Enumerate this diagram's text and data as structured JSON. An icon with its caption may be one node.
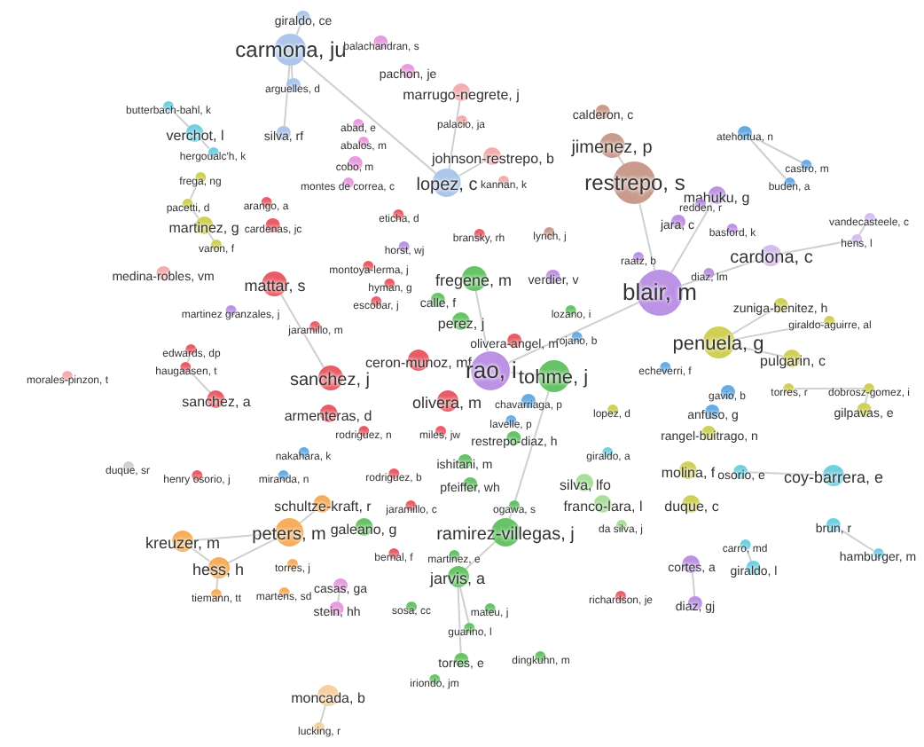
{
  "diagram": {
    "nodes": [
      {
        "text": [
          "giraldo, ce"
        ]
      },
      {
        "text": [
          "carmona, ju"
        ]
      },
      {
        "text": [
          "balachandran, s"
        ]
      },
      {
        "text": [
          "pachon, je"
        ]
      },
      {
        "text": [
          "arguelles, d"
        ]
      },
      {
        "text": [
          "marrugo-negrete, j"
        ]
      },
      {
        "text": [
          "calderon, c"
        ]
      },
      {
        "text": [
          "butterbach-bahl, k"
        ]
      },
      {
        "text": [
          "abad, e"
        ]
      },
      {
        "text": [
          "palacio, ja"
        ]
      },
      {
        "text": [
          "atehortua, n"
        ]
      },
      {
        "text": [
          "verchot, l"
        ]
      },
      {
        "text": [
          "silva, rf"
        ]
      },
      {
        "text": [
          "abalos, m"
        ]
      },
      {
        "text": [
          "jimenez, p"
        ]
      },
      {
        "text": [
          "hergoualc'h, k"
        ]
      },
      {
        "text": [
          "johnson-restrepo, b"
        ]
      },
      {
        "text": [
          "cobo, m"
        ]
      },
      {
        "text": [
          "castro, m"
        ]
      },
      {
        "text": [
          "montes de correa, c"
        ]
      },
      {
        "text": [
          "lopez, c"
        ]
      },
      {
        "text": [
          "kannan, k"
        ]
      },
      {
        "text": [
          "restrepo, s"
        ]
      },
      {
        "text": [
          "buden, a"
        ]
      },
      {
        "text": [
          "frega, ng"
        ]
      },
      {
        "text": [
          "mahuku, g"
        ]
      },
      {
        "text": [
          "pacetti, d"
        ]
      },
      {
        "text": [
          "arango, a"
        ]
      },
      {
        "text": [
          "redden, r"
        ]
      },
      {
        "text": [
          "eticha, d"
        ]
      },
      {
        "text": [
          "vandecasteele, c"
        ]
      },
      {
        "text": [
          "jara, c"
        ]
      },
      {
        "text": [
          "martinez, g"
        ]
      },
      {
        "text": [
          "cardenas, jc"
        ]
      },
      {
        "text": [
          "basford, k"
        ]
      },
      {
        "text": [
          "bransky, rh"
        ]
      },
      {
        "text": [
          "lynch, j"
        ]
      },
      {
        "text": [
          "hens, l"
        ]
      },
      {
        "text": [
          "varon, f"
        ]
      },
      {
        "text": [
          "cardona, c"
        ]
      },
      {
        "text": [
          "horst, wj"
        ]
      },
      {
        "text": [
          "raatz, b"
        ]
      },
      {
        "text": [
          "montoya-lerma, j"
        ]
      },
      {
        "text": [
          "medina-robles, vm"
        ]
      },
      {
        "text": [
          "diaz, lm"
        ]
      },
      {
        "text": [
          "hyman, g"
        ]
      },
      {
        "text": [
          "fregene, m"
        ]
      },
      {
        "text": [
          "verdier, v"
        ]
      },
      {
        "text": [
          "mattar, s"
        ]
      },
      {
        "text": [
          "blair, m"
        ]
      },
      {
        "text": [
          "calle, f"
        ]
      },
      {
        "text": [
          "escobar, j"
        ]
      },
      {
        "text": [
          "zuniga-benitez, h"
        ]
      },
      {
        "text": [
          "martinez granzales, j"
        ]
      },
      {
        "text": [
          "lozano, i"
        ]
      },
      {
        "text": [
          "giraldo-aguirre, al"
        ]
      },
      {
        "text": [
          "perez, j"
        ]
      },
      {
        "text": [
          "jaramillo, m"
        ]
      },
      {
        "text": [
          "rojano, b"
        ]
      },
      {
        "text": [
          "olivera-angel, m"
        ]
      },
      {
        "text": [
          "penuela, g"
        ]
      },
      {
        "text": [
          "edwards, dp"
        ]
      },
      {
        "text": [
          "ceron-munoz, mf"
        ]
      },
      {
        "text": [
          "pulgarin, c"
        ]
      },
      {
        "text": [
          "haugaasen, t"
        ]
      },
      {
        "text": [
          "echeverri, f"
        ]
      },
      {
        "text": [
          "rao, i"
        ]
      },
      {
        "text": [
          "tohme, j"
        ]
      },
      {
        "text": [
          "sanchez, j"
        ]
      },
      {
        "text": [
          "morales-pinzon, t"
        ]
      },
      {
        "text": [
          "torres, r"
        ]
      },
      {
        "text": [
          "dobrosz-gomez, i"
        ]
      },
      {
        "text": [
          "gavio, b"
        ]
      },
      {
        "text": [
          "sanchez, a"
        ]
      },
      {
        "text": [
          "olivera, m"
        ]
      },
      {
        "text": [
          "chavarriaga, p"
        ]
      },
      {
        "text": [
          "gilpavas, e"
        ]
      },
      {
        "text": [
          "lopez, d"
        ]
      },
      {
        "text": [
          "anfuso, g"
        ]
      },
      {
        "text": [
          "armenteras, d"
        ]
      },
      {
        "text": [
          "lavelle, p"
        ]
      },
      {
        "text": [
          "rodriguez, n"
        ]
      },
      {
        "text": [
          "miles, jw"
        ]
      },
      {
        "text": [
          "rangel-buitrago, n"
        ]
      },
      {
        "text": [
          "restrepo-diaz, h"
        ]
      },
      {
        "text": [
          "giraldo, a"
        ]
      },
      {
        "text": [
          "nakahara, k"
        ]
      },
      {
        "text": [
          "ishitani, m"
        ]
      },
      {
        "text": [
          "molina, f"
        ]
      },
      {
        "text": [
          "osorio, e"
        ]
      },
      {
        "text": [
          "coy-barrera, e"
        ]
      },
      {
        "text": [
          "rodriguez, b"
        ]
      },
      {
        "text": [
          "duque, sr"
        ]
      },
      {
        "text": [
          "henry osorio, j"
        ]
      },
      {
        "text": [
          "miranda, n"
        ]
      },
      {
        "text": [
          "silva, lfo"
        ]
      },
      {
        "text": [
          "pfeiffer, wh"
        ]
      },
      {
        "text": [
          "duque, c"
        ]
      },
      {
        "text": [
          "franco-lara, l"
        ]
      },
      {
        "text": [
          "schultze-kraft, r"
        ]
      },
      {
        "text": [
          "jaramillo, c"
        ]
      },
      {
        "text": [
          "ogawa, s"
        ]
      },
      {
        "text": [
          "da silva, j"
        ]
      },
      {
        "text": [
          "brun, r"
        ]
      },
      {
        "text": [
          "galeano, g"
        ]
      },
      {
        "text": [
          "ramirez-villegas, j"
        ]
      },
      {
        "text": [
          "peters, m"
        ]
      },
      {
        "text": [
          "kreuzer, m"
        ]
      },
      {
        "text": [
          "carro, md"
        ]
      },
      {
        "text": [
          "bernal, f"
        ]
      },
      {
        "text": [
          "martinez, e"
        ]
      },
      {
        "text": [
          "hamburger, m"
        ]
      },
      {
        "text": [
          "hess, h"
        ]
      },
      {
        "text": [
          "torres, j"
        ]
      },
      {
        "text": [
          "cortes, a"
        ]
      },
      {
        "text": [
          "giraldo, l"
        ]
      },
      {
        "text": [
          "jarvis, a"
        ]
      },
      {
        "text": [
          "casas, ga"
        ]
      },
      {
        "text": [
          "martens, sd"
        ]
      },
      {
        "text": [
          "tiemann, tt"
        ]
      },
      {
        "text": [
          "diaz, gj"
        ]
      },
      {
        "text": [
          "richardson, je"
        ]
      },
      {
        "text": [
          "stein, hh"
        ]
      },
      {
        "text": [
          "sosa, cc"
        ]
      },
      {
        "text": [
          "mateu, j"
        ]
      },
      {
        "text": [
          "guarino, l"
        ]
      },
      {
        "text": [
          "dingkuhn, m"
        ]
      },
      {
        "text": [
          "torres, e"
        ]
      },
      {
        "text": [
          "iriondo, jm"
        ]
      },
      {
        "text": [
          "moncada, b"
        ]
      },
      {
        "text": [
          "lucking, r"
        ]
      }
    ],
    "edges": [
      {
        "from": 7,
        "to": 11,
        "arrow": "none"
      },
      {
        "from": 11,
        "to": 15,
        "arrow": "none"
      },
      {
        "from": 24,
        "to": 26,
        "arrow": "none"
      },
      {
        "from": 26,
        "to": 32,
        "arrow": "none"
      },
      {
        "from": 32,
        "to": 38,
        "arrow": "none"
      },
      {
        "from": 1,
        "to": 0,
        "arrow": "none"
      },
      {
        "from": 1,
        "to": 4,
        "arrow": "none"
      },
      {
        "from": 1,
        "to": 20,
        "arrow": "none"
      },
      {
        "from": 1,
        "to": 12,
        "arrow": "none"
      },
      {
        "from": 20,
        "to": 16,
        "arrow": "none"
      },
      {
        "from": 20,
        "to": 5,
        "arrow": "none"
      },
      {
        "from": 22,
        "to": 14,
        "arrow": "none"
      },
      {
        "from": 22,
        "to": 49,
        "arrow": "none"
      },
      {
        "from": 49,
        "to": 25,
        "arrow": "none"
      },
      {
        "from": 49,
        "to": 39,
        "arrow": "none"
      },
      {
        "from": 39,
        "to": 37,
        "arrow": "none"
      },
      {
        "from": 37,
        "to": 30,
        "arrow": "none"
      },
      {
        "from": 10,
        "to": 18,
        "arrow": "none"
      },
      {
        "from": 10,
        "to": 23,
        "arrow": "none"
      },
      {
        "from": 60,
        "to": 63,
        "arrow": "none"
      },
      {
        "from": 60,
        "to": 52,
        "arrow": "none"
      },
      {
        "from": 60,
        "to": 55,
        "arrow": "none"
      },
      {
        "from": 71,
        "to": 76,
        "arrow": "none"
      },
      {
        "from": 70,
        "to": 71,
        "arrow": "none"
      },
      {
        "from": 90,
        "to": 89,
        "arrow": "none"
      },
      {
        "from": 103,
        "to": 111,
        "arrow": "none"
      },
      {
        "from": 108,
        "to": 115,
        "arrow": "none"
      },
      {
        "from": 114,
        "to": 120,
        "arrow": "none"
      },
      {
        "from": 129,
        "to": 130,
        "arrow": "none"
      },
      {
        "from": 106,
        "to": 107,
        "arrow": "none"
      },
      {
        "from": 106,
        "to": 112,
        "arrow": "none"
      },
      {
        "from": 112,
        "to": 119,
        "arrow": "none"
      },
      {
        "from": 106,
        "to": 99,
        "arrow": "none"
      },
      {
        "from": 107,
        "to": 112,
        "arrow": "none"
      },
      {
        "from": 66,
        "to": 67,
        "arrow": "none"
      },
      {
        "from": 66,
        "to": 49,
        "arrow": "none"
      },
      {
        "from": 67,
        "to": 105,
        "arrow": "none"
      },
      {
        "from": 105,
        "to": 116,
        "arrow": "none"
      },
      {
        "from": 116,
        "to": 125,
        "arrow": "none"
      },
      {
        "from": 116,
        "to": 127,
        "arrow": "none"
      },
      {
        "from": 48,
        "to": 68,
        "arrow": "none"
      },
      {
        "from": 73,
        "to": 64,
        "arrow": "none"
      },
      {
        "from": 61,
        "to": 64,
        "arrow": "none"
      },
      {
        "from": 117,
        "to": 122,
        "arrow": "none"
      },
      {
        "from": 46,
        "to": 66,
        "arrow": "none"
      }
    ]
  }
}
